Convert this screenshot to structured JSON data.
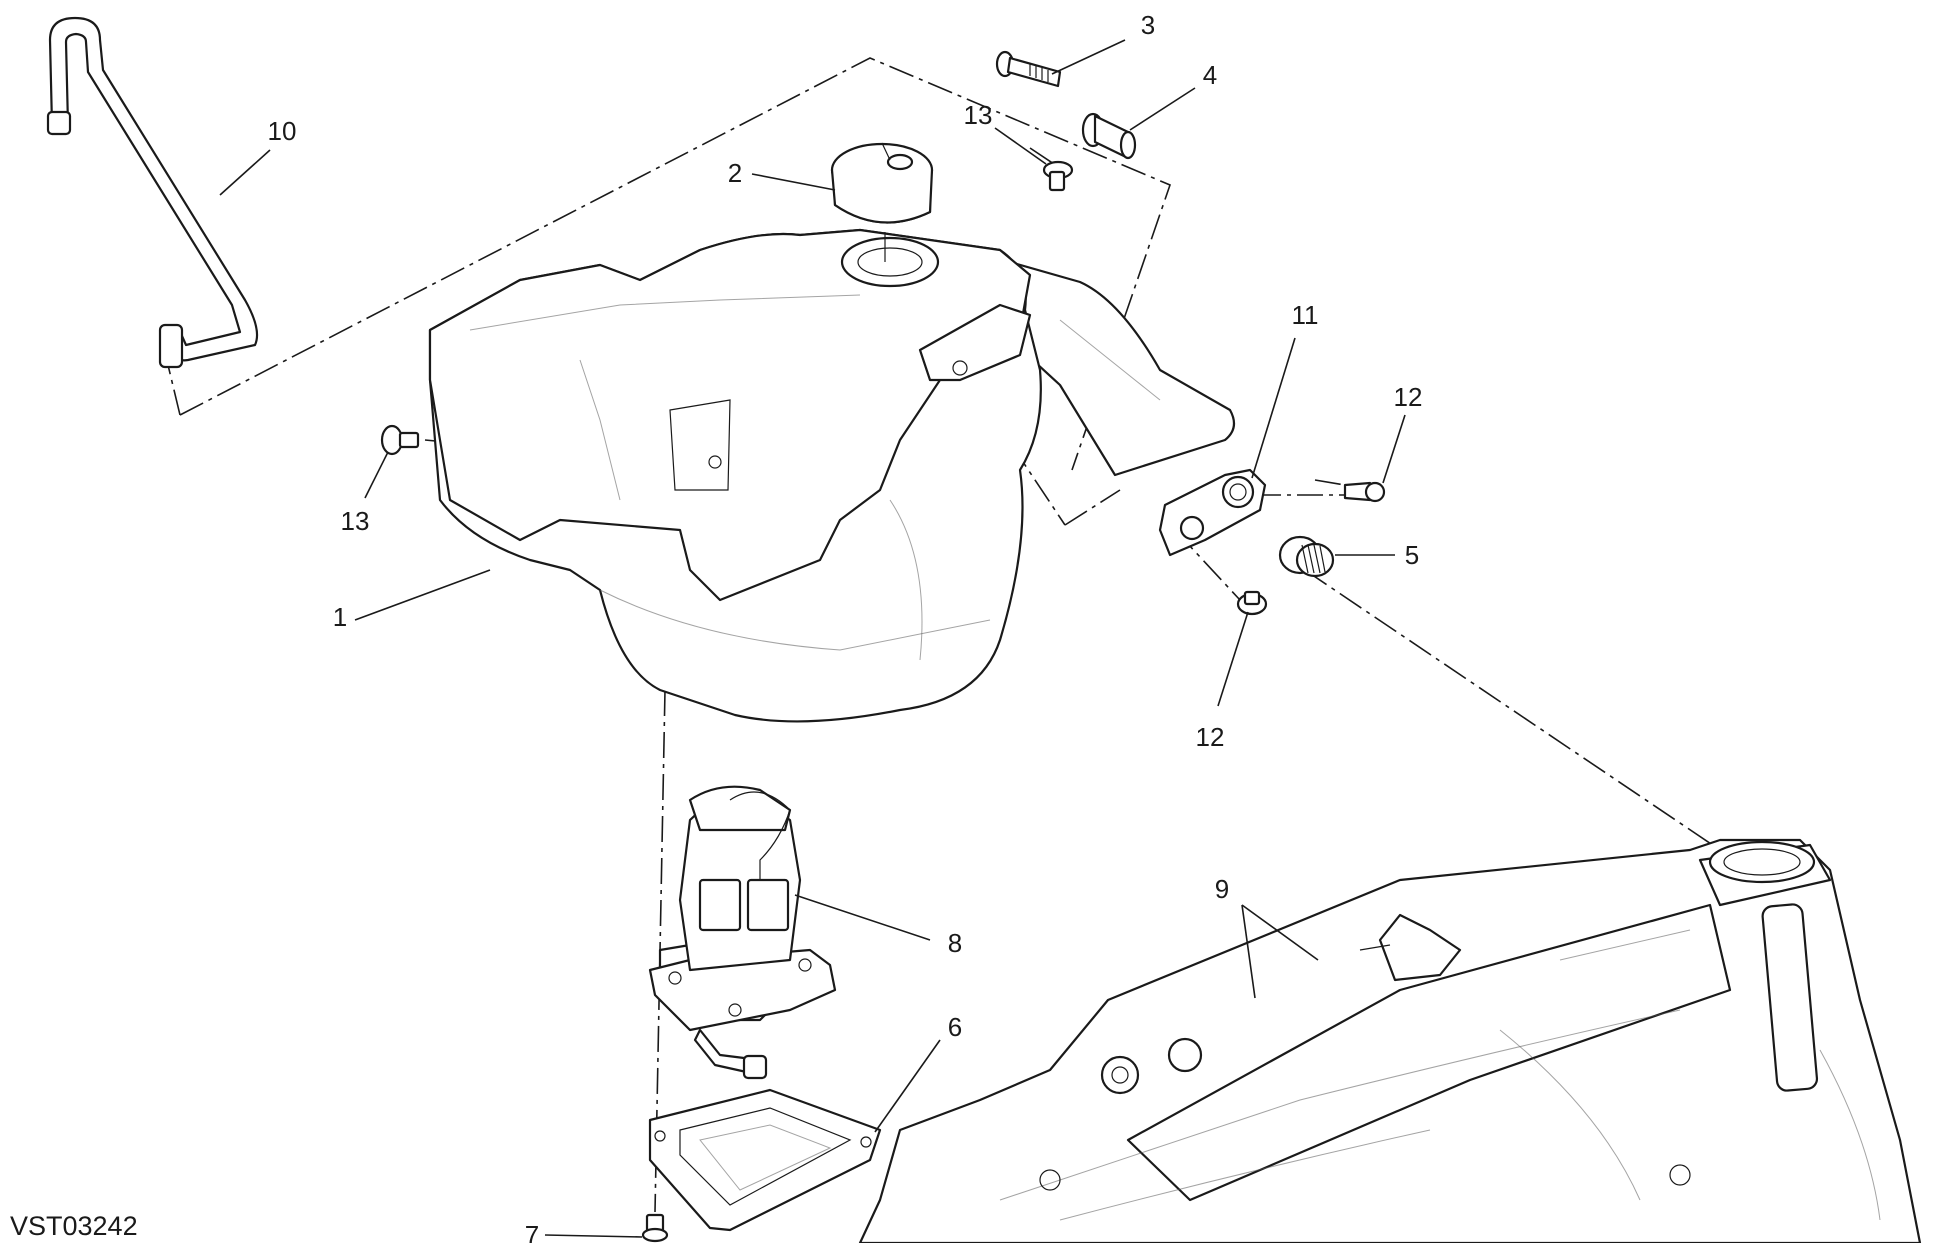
{
  "diagram_code": "VST03242",
  "callouts": {
    "c1": "1",
    "c2": "2",
    "c3": "3",
    "c4": "4",
    "c5": "5",
    "c6": "6",
    "c7": "7",
    "c8": "8",
    "c9": "9",
    "c10": "10",
    "c11": "11",
    "c12a": "12",
    "c12b": "12",
    "c13a": "13",
    "c13b": "13"
  }
}
